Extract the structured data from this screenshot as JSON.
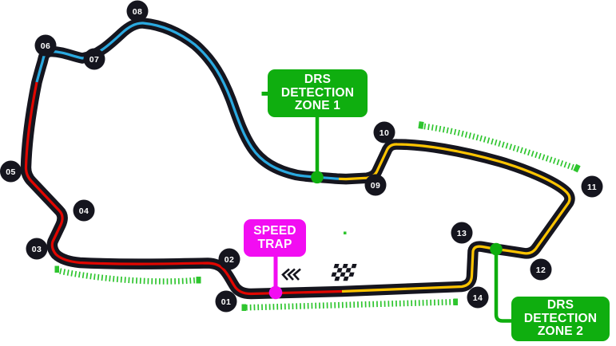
{
  "labels": {
    "drs_detection_zone_1": "DRS\nDETECTION\nZONE 1",
    "drs_detection_zone_2": "DRS\nDETECTION\nZONE 2",
    "speed_trap": "SPEED\nTRAP"
  },
  "track": {
    "turns": [
      "01",
      "02",
      "03",
      "04",
      "05",
      "06",
      "07",
      "08",
      "09",
      "10",
      "11",
      "12",
      "13",
      "14"
    ]
  },
  "icons": {
    "start_finish_flag": "checkered-flag",
    "race_direction": "chevrons-left"
  },
  "colors": {
    "background": "#ffffff",
    "track": "#15151e",
    "sector1": "#e10600",
    "sector2": "#2aa9e0",
    "sector3": "#ffc400",
    "green": "#0fae0f",
    "dash_green": "#2ec52e",
    "magenta": "#f20df2",
    "label_text": "#ffffff"
  }
}
